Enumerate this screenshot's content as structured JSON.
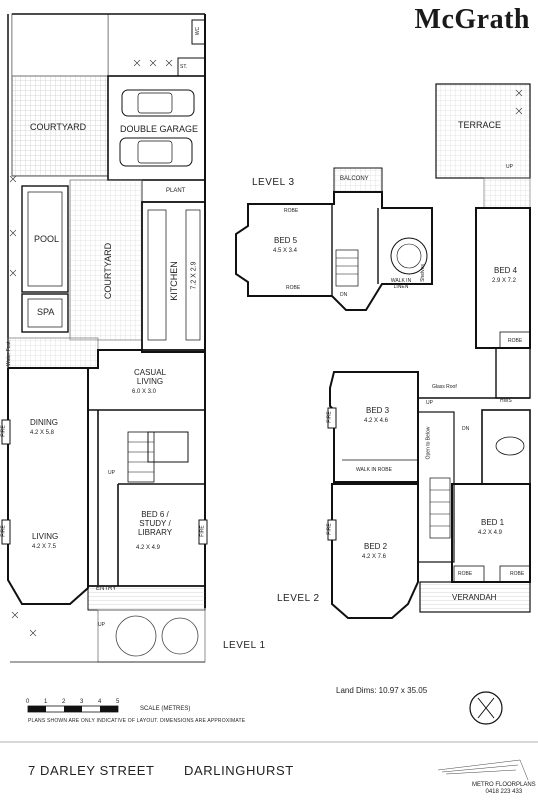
{
  "brand": {
    "logo": "McGrath"
  },
  "levels": {
    "level1": "LEVEL 1",
    "level2": "LEVEL 2",
    "level3": "LEVEL 3"
  },
  "rooms_l1": {
    "wc": "WC",
    "st": "ST.",
    "courtyard_top": "COURTYARD",
    "double_garage": "DOUBLE GARAGE",
    "plant": "PLANT",
    "pool": "POOL",
    "spa": "SPA",
    "courtyard_side": "COURTYARD",
    "kitchen": "KITCHEN",
    "kitchen_dim": "7.2 X 2.9",
    "water_feat": "Water Feat.",
    "casual_living": "CASUAL LIVING",
    "casual_dim": "6.0 X 3.0",
    "dining": "DINING",
    "dining_dim": "4.2 X 5.8",
    "living": "LIVING",
    "living_dim": "4.2 X 7.5",
    "bed6": "BED 6 / STUDY / LIBRARY",
    "bed6_dim": "4.2 X 4.9",
    "entry": "ENTRY",
    "up1": "UP",
    "up2": "UP",
    "fire1": "FIRE",
    "fire2": "FIRE",
    "fire3": "FIRE"
  },
  "rooms_l3": {
    "balcony": "BALCONY",
    "robe_top": "ROBE",
    "bed5": "BED 5",
    "bed5_dim": "4.5 X 3.4",
    "robe_bottom": "ROBE",
    "dn": "DN",
    "walk_in_linen": "WALK IN LINEN",
    "shelves": "Shelves"
  },
  "rooms_l2": {
    "terrace": "TERRACE",
    "up": "UP",
    "bed4": "BED 4",
    "bed4_dim": "2.9 X 7.2",
    "robe_b4": "ROBE",
    "glass_roof": "Glass Roof",
    "hws": "HWS",
    "bed3": "BED 3",
    "bed3_dim": "4.2 X 4.6",
    "walk_in_robe": "WALK IN ROBE",
    "open_to_below": "Open to Below",
    "up_l2": "UP",
    "dn_l2": "DN",
    "bed1": "BED 1",
    "bed1_dim": "4.2 X 4.9",
    "robe_b1a": "ROBE",
    "robe_b1b": "ROBE",
    "bed2": "BED 2",
    "bed2_dim": "4.2 X 7.6",
    "fire_b2": "FIRE",
    "fire_b3": "FIRE",
    "verandah": "VERANDAH"
  },
  "info": {
    "land_dims": "Land Dims: 10.97 x 35.05",
    "scale_label": "SCALE (METRES)",
    "scale_ticks": [
      "0",
      "1",
      "2",
      "3",
      "4",
      "5"
    ],
    "disclaimer": "PLANS SHOWN ARE ONLY INDICATIVE OF LAYOUT.  DIMENSIONS ARE APPROXIMATE",
    "street": "7 DARLEY STREET",
    "suburb": "DARLINGHURST",
    "drafter": "METRO FLOORPLANS",
    "phone": "0418 223 433"
  }
}
